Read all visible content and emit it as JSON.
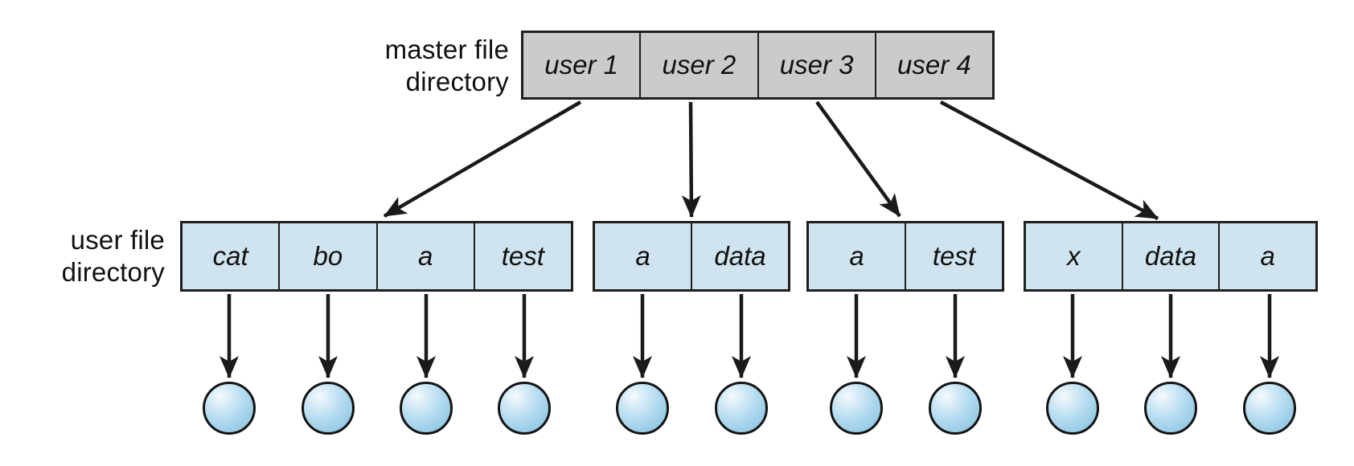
{
  "diagram": {
    "mfd": {
      "label_line1": "master file",
      "label_line2": "directory",
      "cells": [
        "user 1",
        "user 2",
        "user 3",
        "user 4"
      ]
    },
    "ufd": {
      "label_line1": "user file",
      "label_line2": "directory",
      "groups": [
        {
          "cells": [
            "cat",
            "bo",
            "a",
            "test"
          ]
        },
        {
          "cells": [
            "a",
            "data"
          ]
        },
        {
          "cells": [
            "a",
            "test"
          ]
        },
        {
          "cells": [
            "x",
            "data",
            "a"
          ]
        }
      ]
    },
    "file_circle_count": 11,
    "colors": {
      "mfd_fill": "#cbcbcb",
      "ufd_fill": "#cfe4ee",
      "line": "#1a1a1a",
      "circle_light": "#f4fafd",
      "circle_dark": "#8ac1e0"
    }
  }
}
